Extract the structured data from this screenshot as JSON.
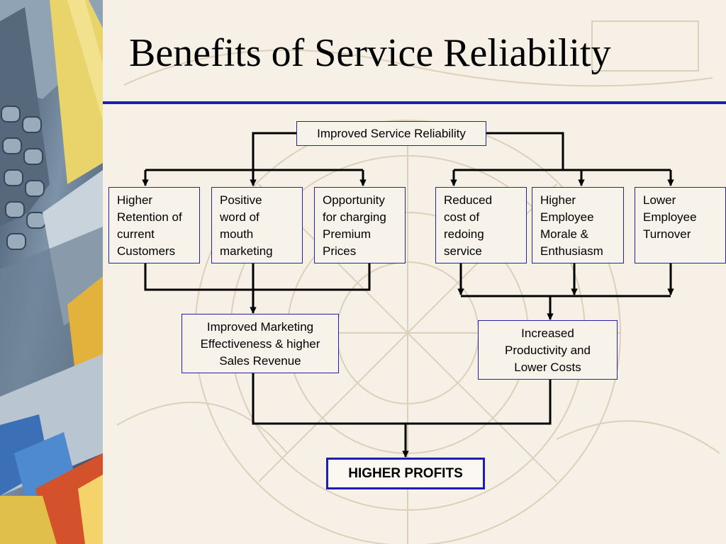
{
  "slide": {
    "title": "Benefits of Service Reliability",
    "accent_color": "#1d1db3",
    "box_border_color": "#2323a8"
  },
  "diagram": {
    "root": "Improved Service Reliability",
    "left_benefits": [
      "Higher\nRetention of\ncurrent\nCustomers",
      "Positive\nword of\nmouth\nmarketing",
      "Opportunity\nfor charging\nPremium\nPrices"
    ],
    "right_benefits": [
      "Reduced\ncost of\nredoing\nservice",
      "Higher\nEmployee\nMorale &\nEnthusiasm",
      "Lower\nEmployee\nTurnover"
    ],
    "left_outcome": "Improved Marketing\nEffectiveness & higher\nSales Revenue",
    "right_outcome": "Increased\nProductivity and\nLower Costs",
    "final_outcome": "HIGHER PROFITS"
  }
}
